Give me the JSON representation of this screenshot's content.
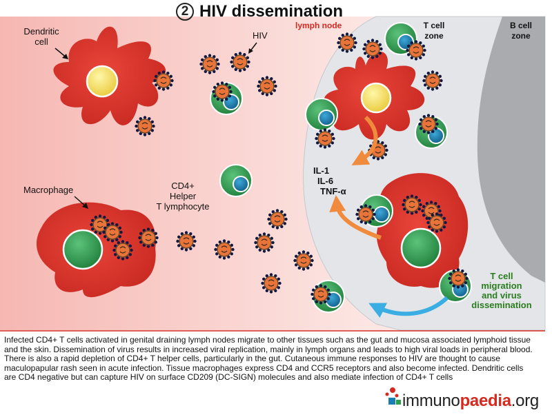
{
  "header": {
    "step_number": "2",
    "title": "HIV dissemination"
  },
  "labels": {
    "dendritic_cell_line1": "Dendritic",
    "dendritic_cell_line2": "cell",
    "hiv": "HIV",
    "lymph_node": "lymph node",
    "t_cell_zone_line1": "T cell",
    "t_cell_zone_line2": "zone",
    "b_cell_zone_line1": "B cell",
    "b_cell_zone_line2": "zone",
    "macrophage": "Macrophage",
    "cd4_line1": "CD4+",
    "cd4_line2": "Helper",
    "cd4_line3": "T lymphocyte",
    "il1": "IL-1",
    "il6": "IL-6",
    "tnf": "TNF-α",
    "migration_line1": "T cell",
    "migration_line2": "migration",
    "migration_line3": "and virus",
    "migration_line4": "dissemination"
  },
  "caption": "Infected CD4+ T cells activated in genital draining lymph nodes migrate to other tissues such as the gut and mucosa associated lymphoid tissue and the skin. Dissemination of virus results in increased viral replication, mainly in lymph organs and leads to high viral loads in peripheral blood. There is also a rapid depletion of CD4+ T helper cells, particularly in the gut. Cutaneous immune responses to HIV are thought to cause maculopapular rash seen in acute infection. Tissue macrophages express CD4 and CCR5 receptors and also become infected. Dendritic cells are CD4 negative but can capture HIV on surface CD209 (DC-SIGN) molecules and also mediate infection of CD4+ T cells",
  "brand": {
    "part1": "immuno",
    "part2": "paedia",
    "part3": ".org"
  },
  "colors": {
    "cell_red": "#d8322a",
    "tcell_green": "#2e9e4c",
    "nucleus_blue": "#1a7fb0",
    "nucleus_yellow": "#f5e66a",
    "virus_core": "#e8743a",
    "lymph_node_gray": "#e3e5e8",
    "b_zone_gray": "#a9abae",
    "arrow_orange": "#f08a3c",
    "arrow_blue": "#3aaee3",
    "brand_red": "#d42a1f"
  }
}
